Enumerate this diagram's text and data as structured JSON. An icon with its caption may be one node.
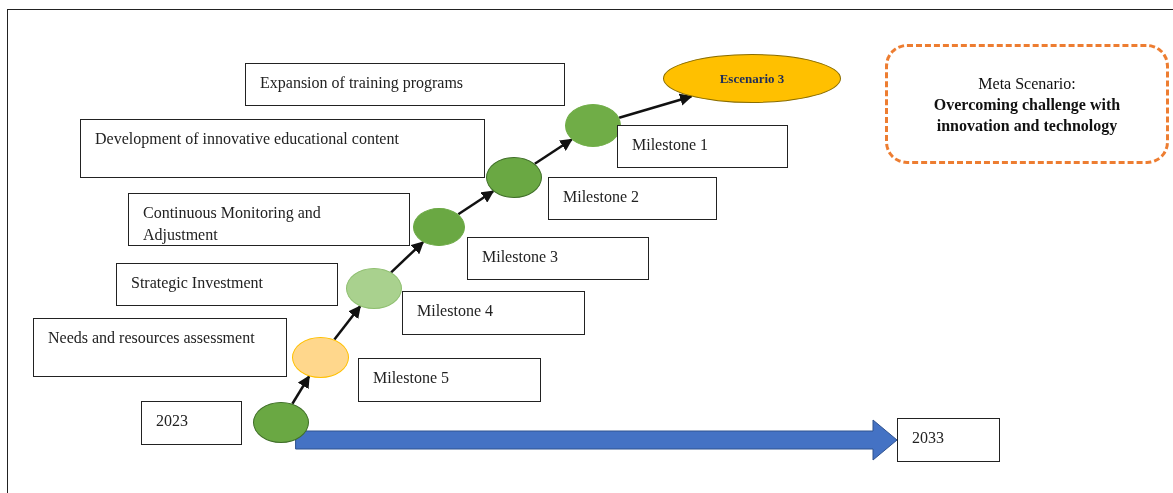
{
  "diagram": {
    "nodes": [
      {
        "text": [
          "Expansion of training programs"
        ]
      },
      {
        "text": [
          "Escenario 3"
        ]
      },
      {
        "text": [
          "Meta Scenario:",
          "Overcoming challenge with innovation and technology"
        ]
      },
      {
        "text": [],
        "shape": "circle"
      },
      {
        "text": [
          "Development of innovative educational content"
        ]
      },
      {
        "text": [
          "Milestone 1"
        ]
      },
      {
        "text": [],
        "shape": "circle"
      },
      {
        "text": [
          "Continuous Monitoring and Adjustment"
        ]
      },
      {
        "text": [
          "Milestone 2"
        ]
      },
      {
        "text": [],
        "shape": "circle"
      },
      {
        "text": [
          "Milestone 3"
        ]
      },
      {
        "text": [
          "Strategic Investment"
        ]
      },
      {
        "text": [],
        "shape": "circle"
      },
      {
        "text": [
          "Milestone 4"
        ]
      },
      {
        "text": [
          "Needs and resources assessment"
        ]
      },
      {
        "text": [],
        "shape": "circle"
      },
      {
        "text": [
          "Milestone 5"
        ]
      },
      {
        "text": [
          "2023"
        ]
      },
      {
        "text": [],
        "shape": "circle"
      },
      {
        "text": [
          "2033"
        ]
      }
    ],
    "edges": [
      {
        "from": 18,
        "to": 15,
        "arrow": "to"
      },
      {
        "from": 15,
        "to": 12,
        "arrow": "to"
      },
      {
        "from": 12,
        "to": 9,
        "arrow": "to"
      },
      {
        "from": 9,
        "to": 6,
        "arrow": "to"
      },
      {
        "from": 6,
        "to": 3,
        "arrow": "to"
      },
      {
        "from": 3,
        "to": 1,
        "arrow": "to"
      },
      {
        "from": 18,
        "to": 19,
        "arrow": "to",
        "style": "thick",
        "color": "#4472c4"
      }
    ]
  }
}
